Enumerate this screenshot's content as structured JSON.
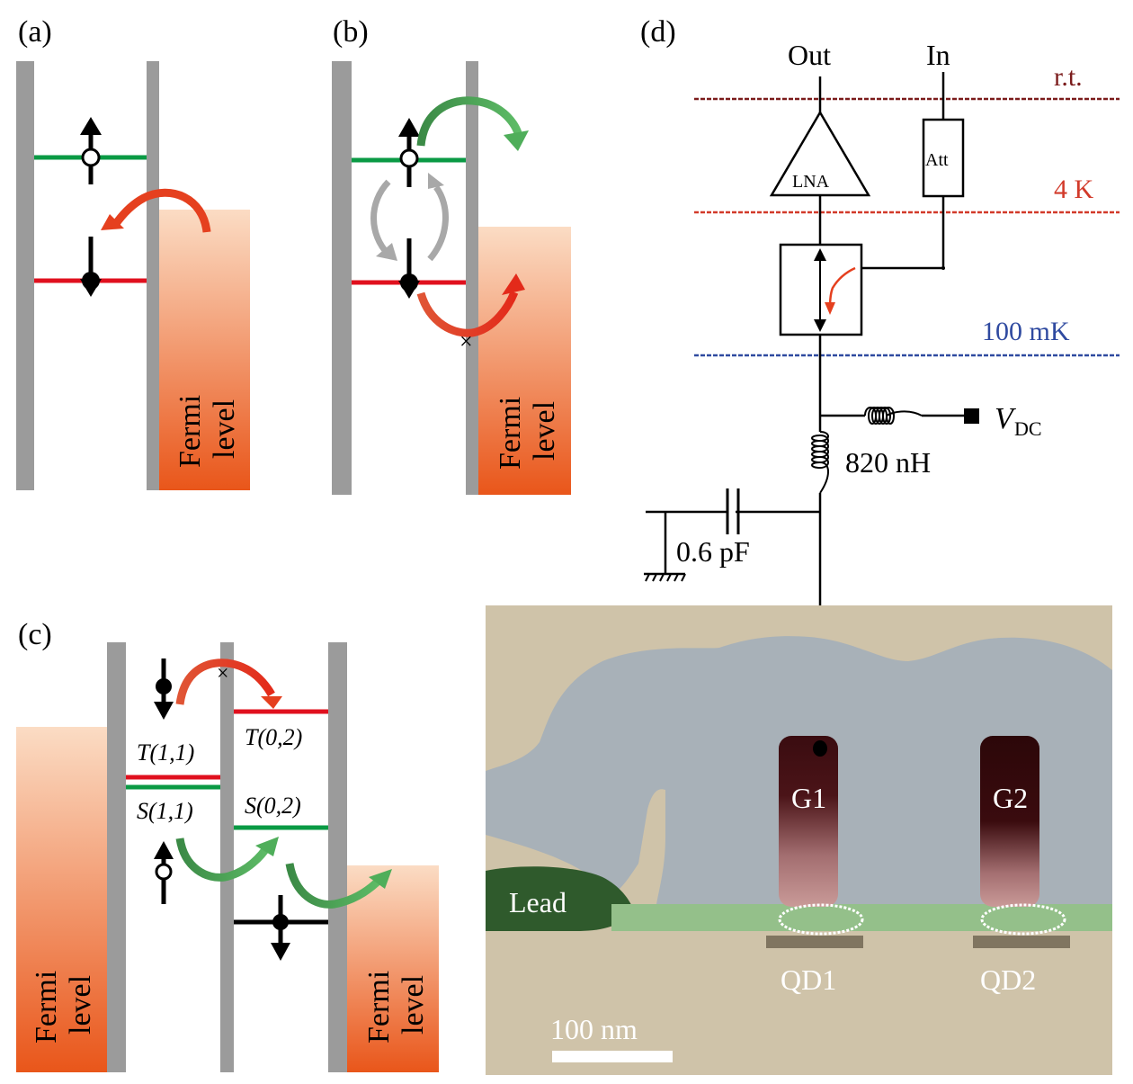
{
  "panels": {
    "a": {
      "label": "(a)",
      "fermi_label_line1": "Fermi",
      "fermi_label_line2": "level"
    },
    "b": {
      "label": "(b)",
      "fermi_label_line1": "Fermi",
      "fermi_label_line2": "level",
      "blocked_mark": "×"
    },
    "c": {
      "label": "(c)",
      "left_fermi_line1": "Fermi",
      "left_fermi_line2": "level",
      "right_fermi_line1": "Fermi",
      "right_fermi_line2": "level",
      "state_T11": "T(1,1)",
      "state_S11": "S(1,1)",
      "state_T02": "T(0,2)",
      "state_S02": "S(0,2)",
      "blocked_mark": "×"
    },
    "d": {
      "label": "(d)",
      "out_label": "Out",
      "in_label": "In",
      "lna_label": "LNA",
      "att_label": "Att",
      "stage_rt": "r.t.",
      "stage_4k": "4 K",
      "stage_100mk": "100 mK",
      "inductor_value": "820 nH",
      "capacitor_value": "0.6 pF",
      "vdc_label_main": "V",
      "vdc_label_sub": "DC",
      "sem": {
        "lead_label": "Lead",
        "gate1_label": "G1",
        "gate2_label": "G2",
        "dot1_label": "QD1",
        "dot2_label": "QD2",
        "scale_bar_label": "100 nm"
      }
    }
  },
  "colors": {
    "barrier": "#9b9b9b",
    "triplet_level": "#e0101e",
    "singlet_level": "#0a9a44",
    "fermi_top": "#fbdcc4",
    "fermi_bottom": "#e9561a",
    "red_arrow": "#e5401f",
    "green_arrow": "#4fae5a",
    "grey_arrow": "#a8a8a8",
    "stage_rt": "#7b1c1c",
    "stage_4k": "#d23a2a",
    "stage_100mk": "#2f4aa0",
    "sem_background": "#cfc3a9",
    "sem_oxide": "#a8b1b8",
    "sem_gate": "#3f0f12",
    "sem_lead": "#2f5a2c",
    "sem_channel": "#94c08a"
  }
}
